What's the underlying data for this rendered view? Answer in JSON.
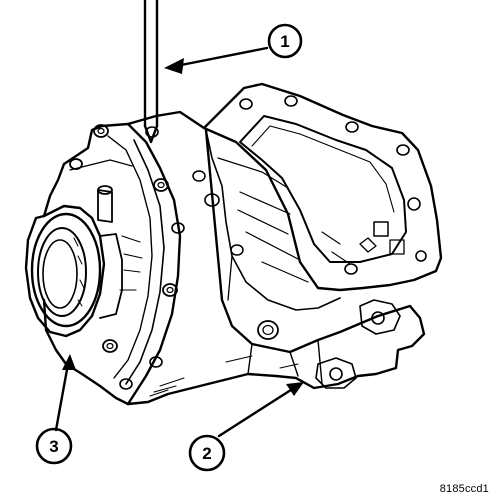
{
  "callouts": [
    {
      "id": "1",
      "label": "1"
    },
    {
      "id": "2",
      "label": "2"
    },
    {
      "id": "3",
      "label": "3"
    }
  ],
  "figure_code": "8185ccd1",
  "colors": {
    "line": "#000000",
    "background": "#ffffff"
  }
}
